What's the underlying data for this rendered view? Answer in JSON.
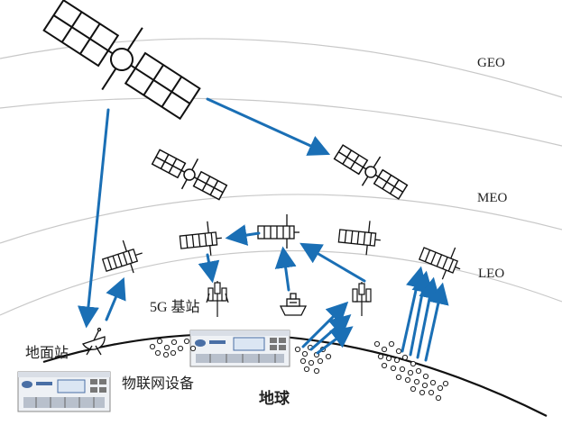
{
  "labels": {
    "geo": "GEO",
    "meo": "MEO",
    "leo": "LEO",
    "base_station": "5G 基站",
    "ground_station": "地面站",
    "iot_device": "物联网设备",
    "earth": "地球"
  },
  "colors": {
    "arrow": "#1a6fb5",
    "orbit": "#c8c8c8",
    "outline": "#111111",
    "device_body": "#eef1f5",
    "device_panel": "#4a6fa5"
  },
  "icons": [
    "satellite-icon",
    "base-station-tower-icon",
    "ship-icon",
    "dish-antenna-icon",
    "server-device-icon"
  ]
}
